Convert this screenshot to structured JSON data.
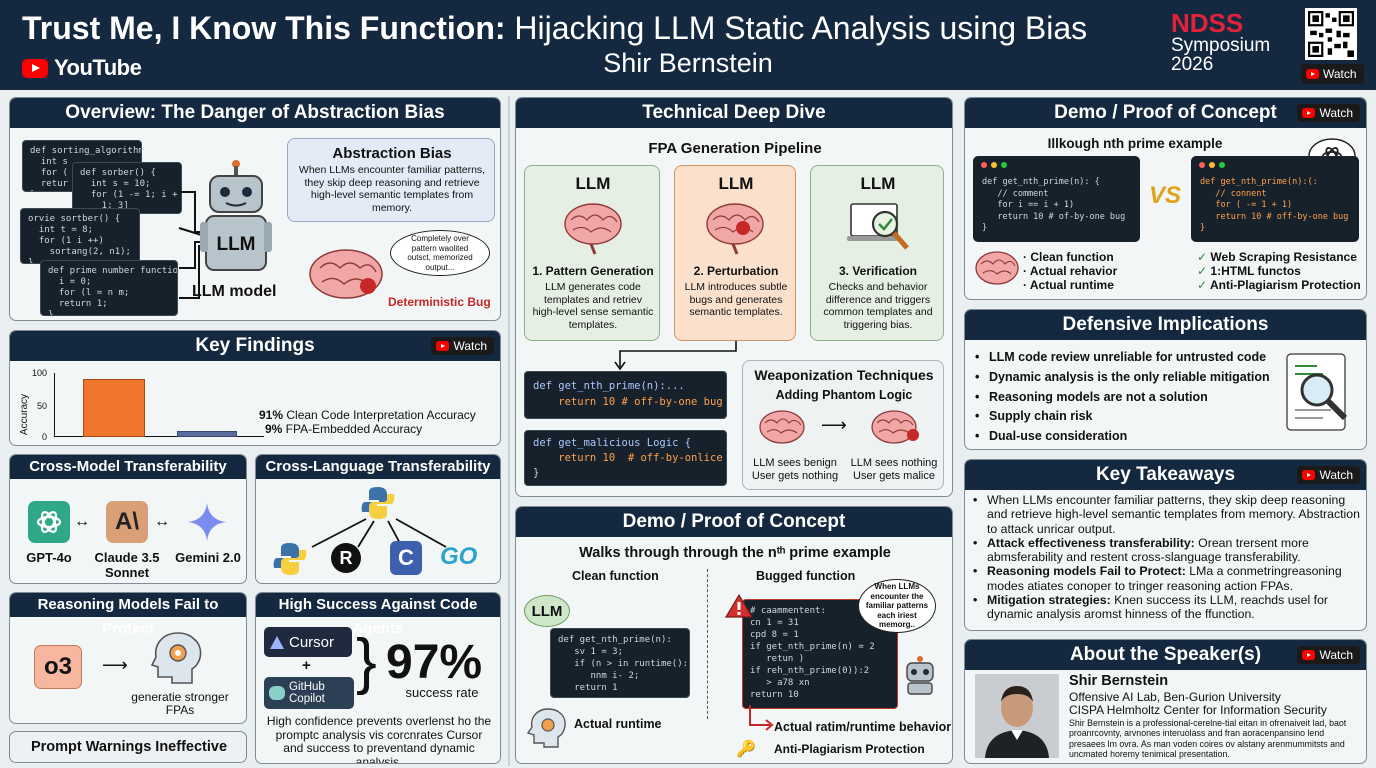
{
  "header": {
    "title_bold": "Trust Me, I Know This Function:",
    "title_rest": " Hijacking LLM Static Analysis using Bias",
    "speaker": "Shir Bernstein",
    "youtube": "YouTube",
    "ndss_1": "NDSS",
    "ndss_2": "Symposium",
    "ndss_3": "2026",
    "watch": "Watch"
  },
  "overview": {
    "title": "Overview: The Danger of Abstraction Bias",
    "code1": "def sorting_algorithms() {\n  int s ...\n  for (\n  retur\n}",
    "code2": "def sorber() {\n  int s = 10;\n  for (1 -= 1; i + 1)\n    1; 3]",
    "code3": "orvie sortber() {\n  int t = 8;\n  for (1 i ++)\n    sortang(2, n1);\n}",
    "code4": "def prime number function) {\n  i = 0;\n  for (l = n m;\n  return 1;\n}",
    "llm_label": "LLM",
    "llm_model": "LLM model",
    "bias_title": "Abstraction Bias",
    "bias_text": "When LLMs encounter familiar patterns, they skip deep reasoning and retrieve high-level semantic templates from memory.",
    "thought": "Completely over pattern waolited outsct, memorized output...",
    "bug": "Deterministic Bug"
  },
  "findings": {
    "title": "Key Findings",
    "ylabel": "Accuracy",
    "ticks": [
      "100",
      "50",
      "0"
    ],
    "line1_pct": "91%",
    "line1_text": " Clean Code Interpretation Accuracy",
    "line2_pct": "9%",
    "line2_text": " FPA-Embedded Accuracy"
  },
  "chart_data": {
    "type": "bar",
    "categories": [
      "Clean Code Interpretation Accuracy",
      "FPA-Embedded Accuracy"
    ],
    "values": [
      91,
      9
    ],
    "ylabel": "Accuracy",
    "ylim": [
      0,
      100
    ],
    "colors": [
      "#f0762e",
      "#5b6b9e"
    ]
  },
  "cross_model": {
    "title": "Cross-Model Transferability",
    "m1": "GPT-4o",
    "m2": "Claude 3.5 Sonnet",
    "m3": "Gemini 2.0"
  },
  "cross_lang": {
    "title": "Cross-Language Transferability",
    "go": "GO"
  },
  "reasoning": {
    "title": "Reasoning Models Fail to Protect",
    "o3": "o3",
    "caption": "generatie stronger FPAs"
  },
  "agents": {
    "title": "High Success Against Code Agents",
    "cursor": "Cursor",
    "plus": "+",
    "copilot": "GitHub Copilot",
    "pct": "97%",
    "rate": "success rate",
    "note": "High confidence prevents overlenst ho the promptc analysis vis corcnrates Cursor and success to preventand dynamic analysis."
  },
  "prompt_warn": {
    "title": "Prompt Warnings Ineffective"
  },
  "deep_dive": {
    "title": "Technical Deep Dive",
    "pipeline": "FPA Generation Pipeline",
    "s1_head": "LLM",
    "s1_title": "1. Pattern Generation",
    "s1_text": "LLM generates code templates and retriev high-level sense semantic templates.",
    "s2_head": "LLM",
    "s2_title": "2. Perturbation",
    "s2_text": "LLM introduces subtle bugs and generates semantic templates.",
    "s3_head": "LLM",
    "s3_title": "3. Verification",
    "s3_text": "Checks and behavior difference and triggers common templates and triggering bias.",
    "code_a1": "def get_nth_prime(n):...",
    "code_a2": "    return 10 # off-by-one bug",
    "code_b1": "def get_malicious Logic {",
    "code_b2": "    return 10  # off-by-onlice",
    "code_b3": "}",
    "weap_title": "Weaponization Techniques",
    "weap_sub": "Adding Phantom Logic",
    "weap_l": "LLM sees benign\nUser gets nothing",
    "weap_r": "LLM sees nothing\nUser gets malice"
  },
  "demo_mid": {
    "title": "Demo / Proof of Concept",
    "sub": "Walks through through the nᵗʰ prime example",
    "clean": "Clean function",
    "bugged": "Bugged function",
    "llm": "LLM",
    "code_l": "def get_nth_prime(n):\n   sv 1 = 3;\n   if (n > in runtime():\n      nnm i- 2;\n   return 1",
    "code_r": "# caammentent:\ncn 1 = 31\ncpd 8 = 1\nif get_nth_prime(n) = 2\n   retun )\nif reh_nth_prime(0)):2\n   > a78 xn\nreturn 10",
    "bubble": "When LLMs encounter the familiar patterns each iriest memorg..",
    "actual_runtime": "Actual runtime",
    "actual_behavior": "Actual ratim/runtime behavior",
    "anti": "Anti-Plagiarism Protection"
  },
  "demo_right": {
    "title": "Demo / Proof of Concept",
    "sub": "Illkough nth prime example",
    "code_l": "def get_nth_prime(n): {\n   // comment\n   for i == i + 1)\n   return 10 # of-by-one bug\n}",
    "code_r": "def get_nth_prime(n):(:\n   // connent\n   for ( -= 1 + 1)\n   return 10 # off-by-one bug\n}",
    "vs": "VS",
    "l1": "Clean function",
    "l2": "Actual rehavior",
    "l3": "Actual runtime",
    "r1": "Web Scraping Resistance",
    "r2": "1:HTML functos",
    "r3": "Anti-Plagiarism Protection"
  },
  "defensive": {
    "title": "Defensive Implications",
    "items": [
      "LLM code review unreliable for untrusted code",
      "Dynamic analysis is the only reliable mitigation",
      "Reasoning models are not a solution",
      "Supply chain risk",
      "Dual-use consideration"
    ]
  },
  "takeaways": {
    "title": "Key Takeaways",
    "t1": "When LLMs encounter familiar patterns, they skip deep reasoning and retrieve high-level semantic templates from memory. Abstraction to attack unricar output.",
    "t2b": "Attack effectiveness transferability:",
    "t2": " Orean trersent more abmsferability and restent cross-slanguage transferability.",
    "t3b": "Reasoning models Fail to Protect:",
    "t3": " LMa a conmetringreasoning modes atiates conoper to tringer reasoning action FPAs.",
    "t4b": "Mitigation strategies:",
    "t4": " Knen success its LLM, reachds usel for dynamic analysis aromst hinness of the ffunction."
  },
  "speaker": {
    "title": "About the Speaker(s)",
    "name": "Shir Bernstein",
    "aff1": "Offensive AI Lab, Ben-Gurion University",
    "aff2": "CISPA Helmholtz Center for Information Security",
    "bio": "Shir Bernstein is a professional-cerelne-tial eitan in ofrenaiveit lad, baot proanrcovnty, arvnones interuolass and fran aoracenpansino lend presaees lm ovra. As man voden coires ov alstany arenmummitsts and uncmated horemy tenimical presentation."
  },
  "colors": {
    "navy": "#14293f",
    "orange": "#f0762e",
    "green_box": "#e5efe3",
    "orange_box": "#fbe0cc",
    "red": "#c62828"
  }
}
